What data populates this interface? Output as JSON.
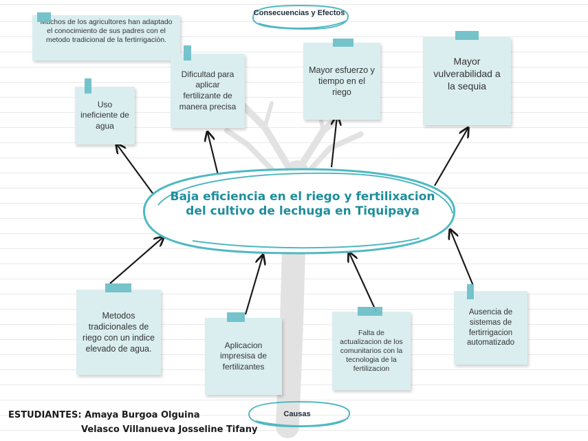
{
  "top_label": "Consecuencias y Efectos",
  "bottom_label": "Causas",
  "central_problem": "Baja eficiencia en el riego y fertilixacion del cultivo de lechuga en Tiquipaya",
  "consequences": [
    "Muchos de los agricultores han adaptado el conocimiento de sus padres con el metodo tradicional de la fertirrigaciòn.",
    "Uso ineficiente de agua",
    "Dificultad para aplicar fertilizante de manera precisa",
    "Mayor esfuerzo y tiempo en el riego",
    "Mayor vulverabilidad a la sequia"
  ],
  "causes": [
    "Metodos tradicionales de riego con un indice elevado de agua.",
    "Aplicacion impresisa de fertilizantes",
    "Falta de actualizacion de los comunitarios con la tecnologia de la fertilizacion",
    "Ausencia de sistemas de fertirrigacion automatizado"
  ],
  "students": {
    "heading": "ESTUDIANTES:",
    "name_1": "Amaya Burgoa Olguina",
    "name_2": "Velasco Villanueva Josseline Tifany"
  },
  "colors": {
    "accent": "#1e8e9c",
    "tape": "#6fc0c8",
    "note": "#daeef0",
    "ellipse": "#4fb8c2"
  }
}
